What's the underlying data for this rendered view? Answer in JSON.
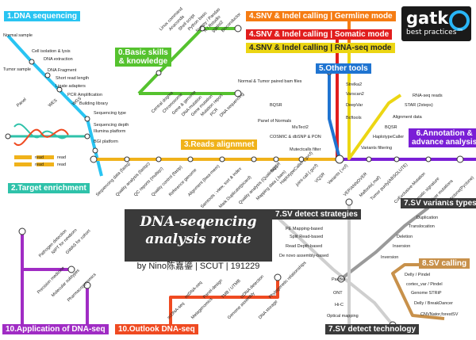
{
  "logo": {
    "brand": "gatk",
    "tagline": "best practices™"
  },
  "title": {
    "line1": "DNA-seqencing",
    "line2": "analysis route",
    "byline": "by Nino陈嘉鎏 | SCUT | 191229"
  },
  "colors": {
    "seq": "#29c4f2",
    "basic": "#55c22e",
    "align": "#f0b21a",
    "germline": "#f57c13",
    "somatic": "#e11d1d",
    "rnaseq": "#ecd613",
    "other": "#1f74d1",
    "annot": "#7a1fd6",
    "target": "#2fc2aa",
    "svtypes": "#9a9a9a",
    "svcall": "#c8914b",
    "svstrat": "#bfbfbf",
    "svtech": "#bfbfbf",
    "app": "#a02cc4",
    "outlook": "#ef4a21"
  },
  "lines": {
    "seq": "1.DNA sequencing",
    "basic": "0.Basic skills\n& knowledge",
    "align": "3.Reads alignmnet",
    "germline": "4.SNV & Indel calling | Germline mode",
    "somatic": "4.SNV & Indel calling | Somatic mode",
    "rnaseq": "4.SNV & Indel calling | RNA-seq mode",
    "other": "5.Other tools",
    "annot": "6.Annotation &\nadvance analysis",
    "target": "2.Target enrichment",
    "svstrat": "7.SV detect strategies",
    "svtypes": "7.SV variants types",
    "svcall": "8.SV calling",
    "svtech": "7.SV detect technology",
    "app": "10.Application of DNA-seq",
    "outlook": "10.Outlook DNA-seq"
  },
  "stations": {
    "seq": [
      "Normal sample",
      "Cell isolation & lysis",
      "DNA extraction",
      "Tumor sample",
      "DNA Fragment",
      "Short read length",
      "Ligate adapters",
      "PCR Amplification",
      "Building library",
      "Sequencing type",
      "Sequencing depth",
      "Illumina platform",
      "BGI platform"
    ],
    "seq_types": [
      "Panel",
      "WES",
      "WGS"
    ],
    "basic": [
      "Central dogma",
      "Chromosome",
      "Gene & genome",
      "DNA mutation",
      "Gene mutation",
      "Mutation report",
      "PCR",
      "DNA sequencing"
    ],
    "basic_top": [
      "Linux command",
      "Anaconda",
      "Shell script",
      "Python basic",
      "Numpy / Pandas",
      "R / Rstudio",
      "ggplot2",
      "Bioconductor"
    ],
    "align": [
      "Sequencing data (fastq)",
      "Quality analysis (fastqc)",
      "QC reports (multiqc)",
      "Quality control (fastp)",
      "Reference genome",
      "Alignment (bwa-mem)",
      "Samtools : view, sort & index",
      "Mark Duplicate(picard)",
      "Quality analysis (Qualimap)",
      "Mapping data (.bam)"
    ],
    "align_right": [
      "BQSR",
      "HaplotypeCaller (.gvcf)",
      "joint-call (.gvcf)",
      "VQSR",
      "Variants (.vcf)",
      "VEP/ANNOVER",
      "Maftools(.maf)",
      "Tumor purity(ABSOLUTE)",
      "CoExclusive-Mutation",
      "Somatic signature",
      "Driver mutations",
      "Subclone(Pyclone)"
    ],
    "somatic": [
      "Normal & Tumor paired bam files",
      "BQSR",
      "Panel of Normals",
      "MuTect2",
      "COSMIC & dbSNP & PON",
      "Mutectcalls filter"
    ],
    "rnaseq": [
      "RNA-seq reads",
      "STAR (2steps)",
      "Alignment data",
      "BQSR",
      "HaplotypeCaller",
      "Variants filtering"
    ],
    "other": [
      "Strelka2",
      "Varscan2",
      "DeepVar",
      "Bcftools"
    ],
    "svstrat": [
      "PE Mapping-based",
      "Split Read-based",
      "Read Depth-based",
      "De novo assembly-based"
    ],
    "svtypes": [
      "Duplication",
      "Translocation",
      "Deletion",
      "Insersion",
      "Inversion"
    ],
    "svcall": [
      "Delly / Pindel",
      "cortex_var / Pindel",
      "Genome STRiP",
      "Delly / BreakDancer",
      "CNVNator,forestSV"
    ],
    "svtech": [
      "PacBio",
      "ONT",
      "Hi-C",
      "Optical mapping"
    ],
    "app": [
      "Pathogen detection",
      "NIPT for newborn",
      "GWAS for cohort",
      "Precision medicine",
      "Molecular subtypes",
      "Pharmacogenomics"
    ],
    "outlook": [
      "scDNA-seq",
      "mtDNA-seq",
      "Metagenomics",
      "Panel-design",
      "TMB / UTMB",
      "Genome assembly",
      "ctDNA detection",
      "DNA storage",
      "Phylogenetic relationships"
    ],
    "target_legend": [
      "read",
      "read",
      "read",
      "read"
    ]
  }
}
